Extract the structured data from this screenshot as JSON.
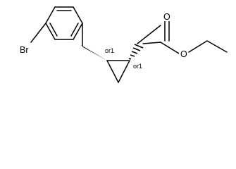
{
  "atoms": {
    "bromine": "Br",
    "carbonyl_oxygen": "O",
    "ester_oxygen": "O"
  },
  "stereo_labels": {
    "c1": "or1",
    "c2": "or1"
  }
}
